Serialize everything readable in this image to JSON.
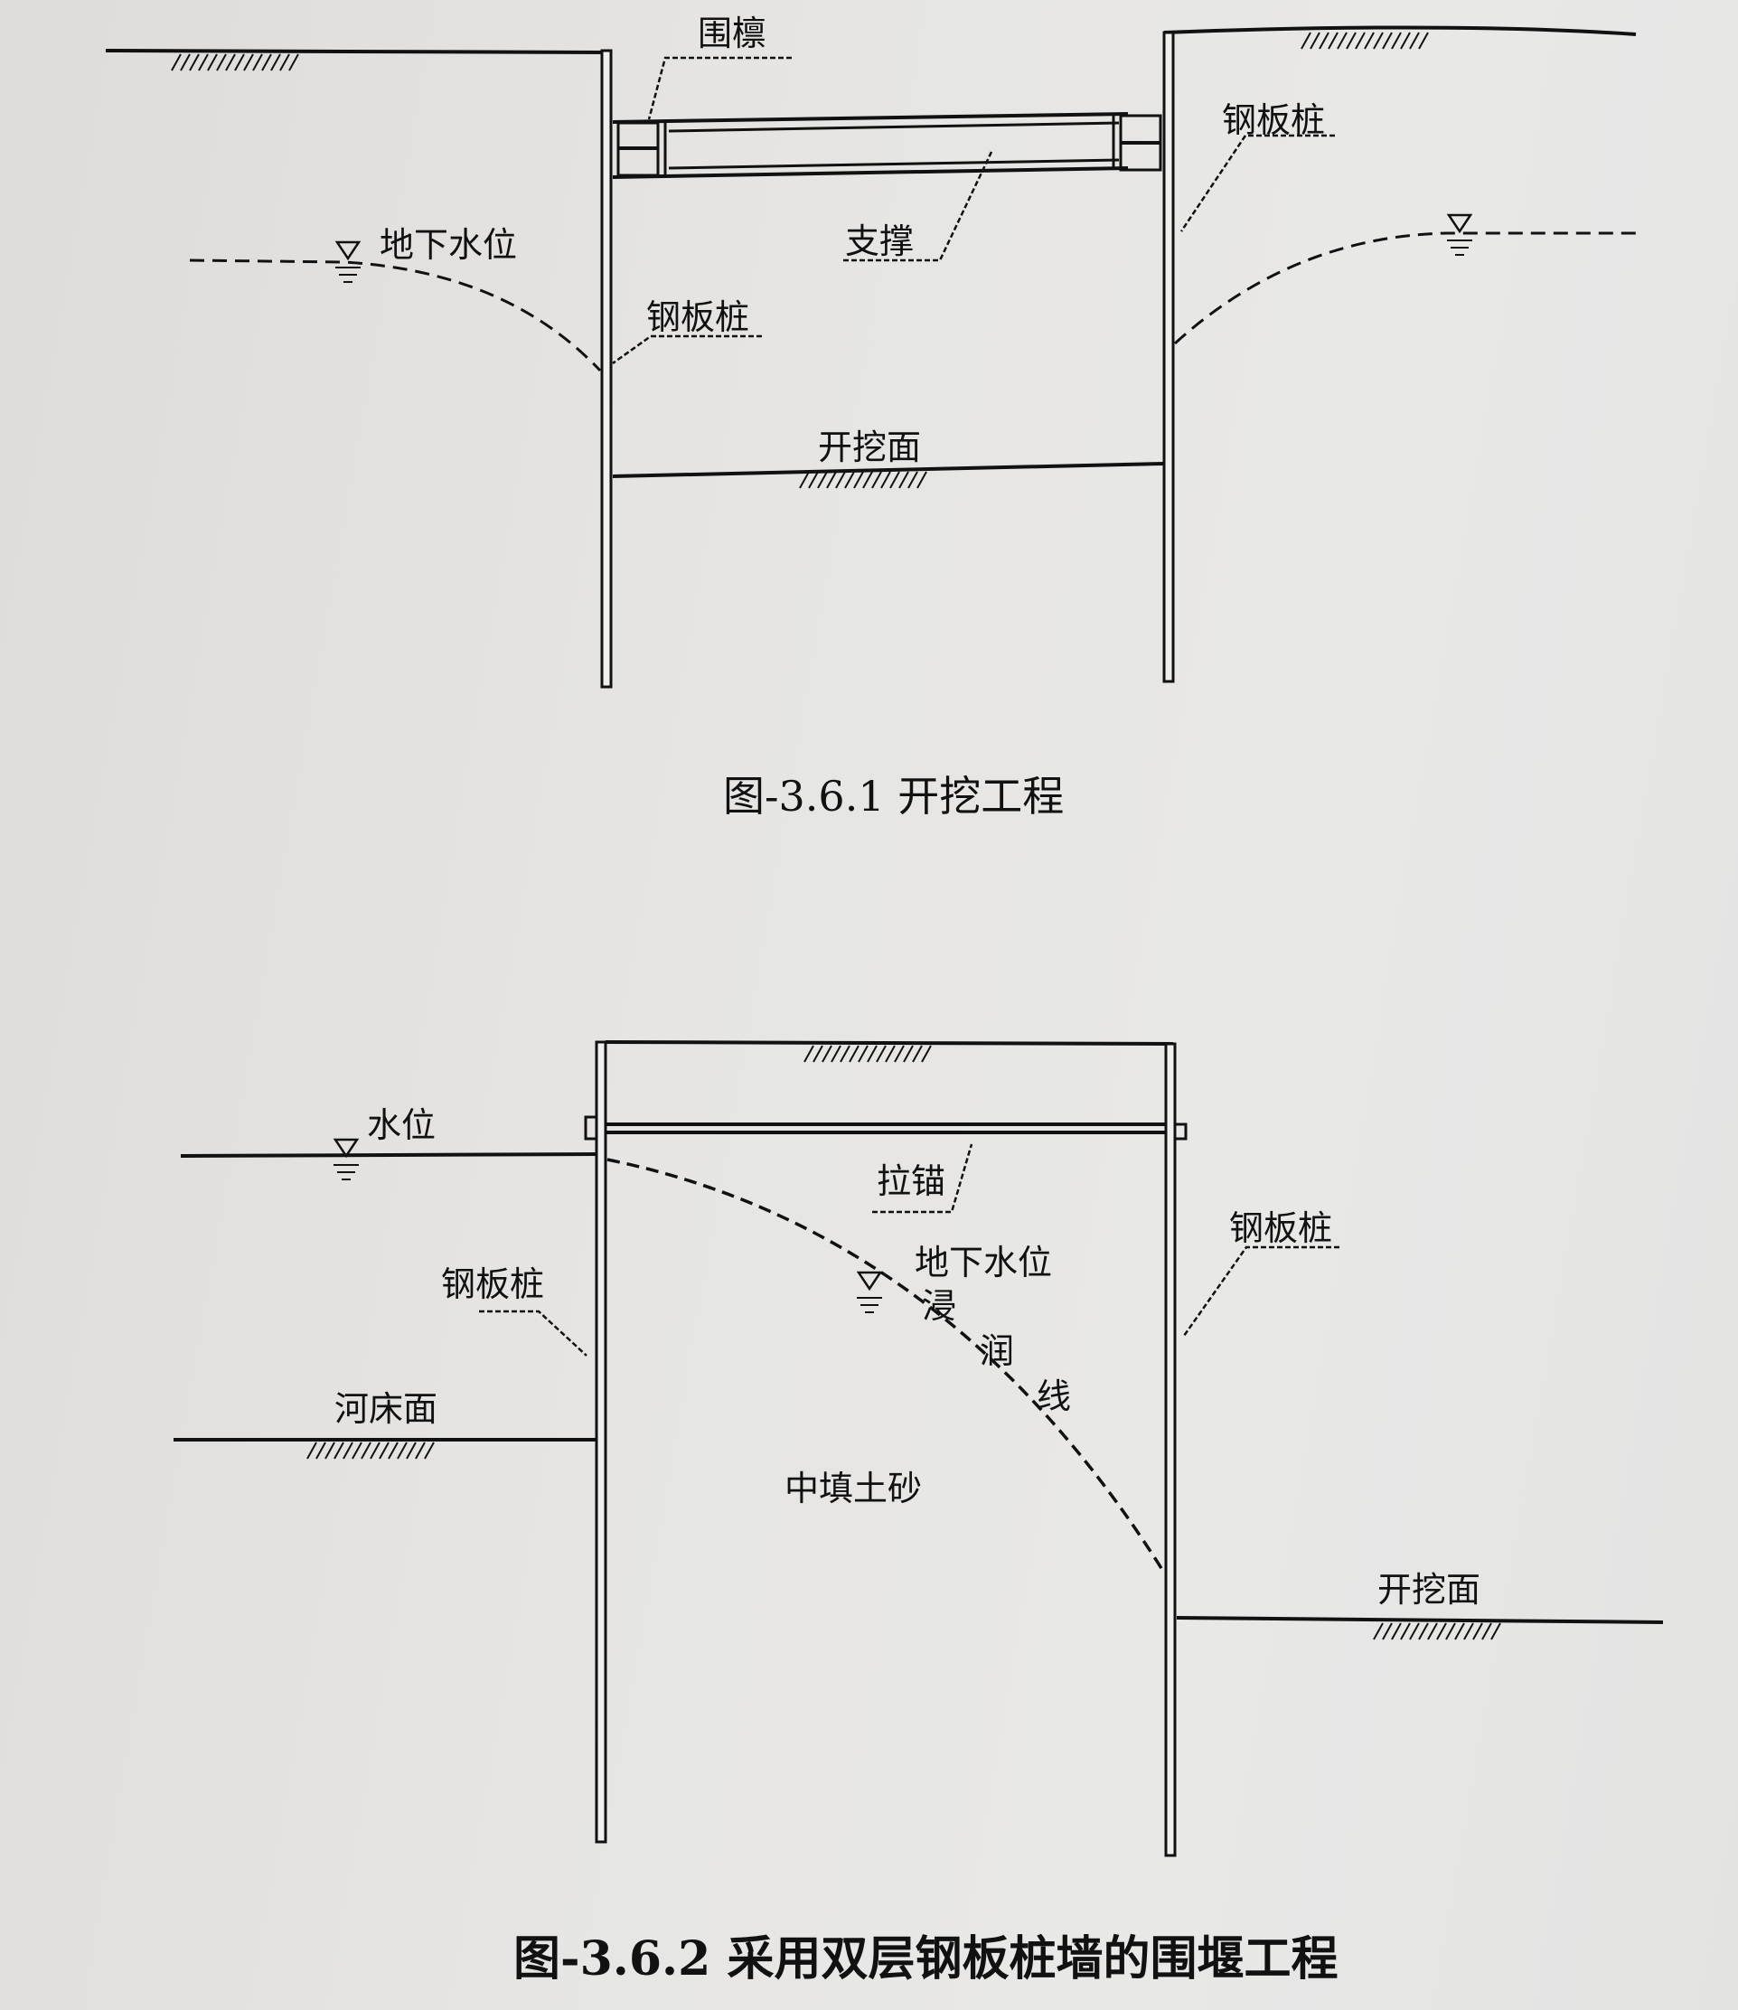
{
  "figure1": {
    "caption": "图-3.6.1 开挖工程",
    "labels": {
      "waling": "围檩",
      "steel_sheet_pile_right": "钢板桩",
      "strut": "支撑",
      "groundwater_level": "地下水位",
      "steel_sheet_pile_left": "钢板桩",
      "excavation_surface": "开挖面"
    }
  },
  "figure2": {
    "caption": "图-3.6.2 采用双层钢板桩墙的围堰工程",
    "labels": {
      "water_level": "水位",
      "tie_anchor": "拉锚",
      "steel_sheet_pile_right": "钢板桩",
      "groundwater_level": "地下水位",
      "seepage_line_1": "浸",
      "seepage_line_2": "润",
      "seepage_line_3": "线",
      "steel_sheet_pile_left": "钢板桩",
      "riverbed_surface": "河床面",
      "fill_sand": "中填土砂",
      "excavation_surface": "开挖面"
    }
  }
}
